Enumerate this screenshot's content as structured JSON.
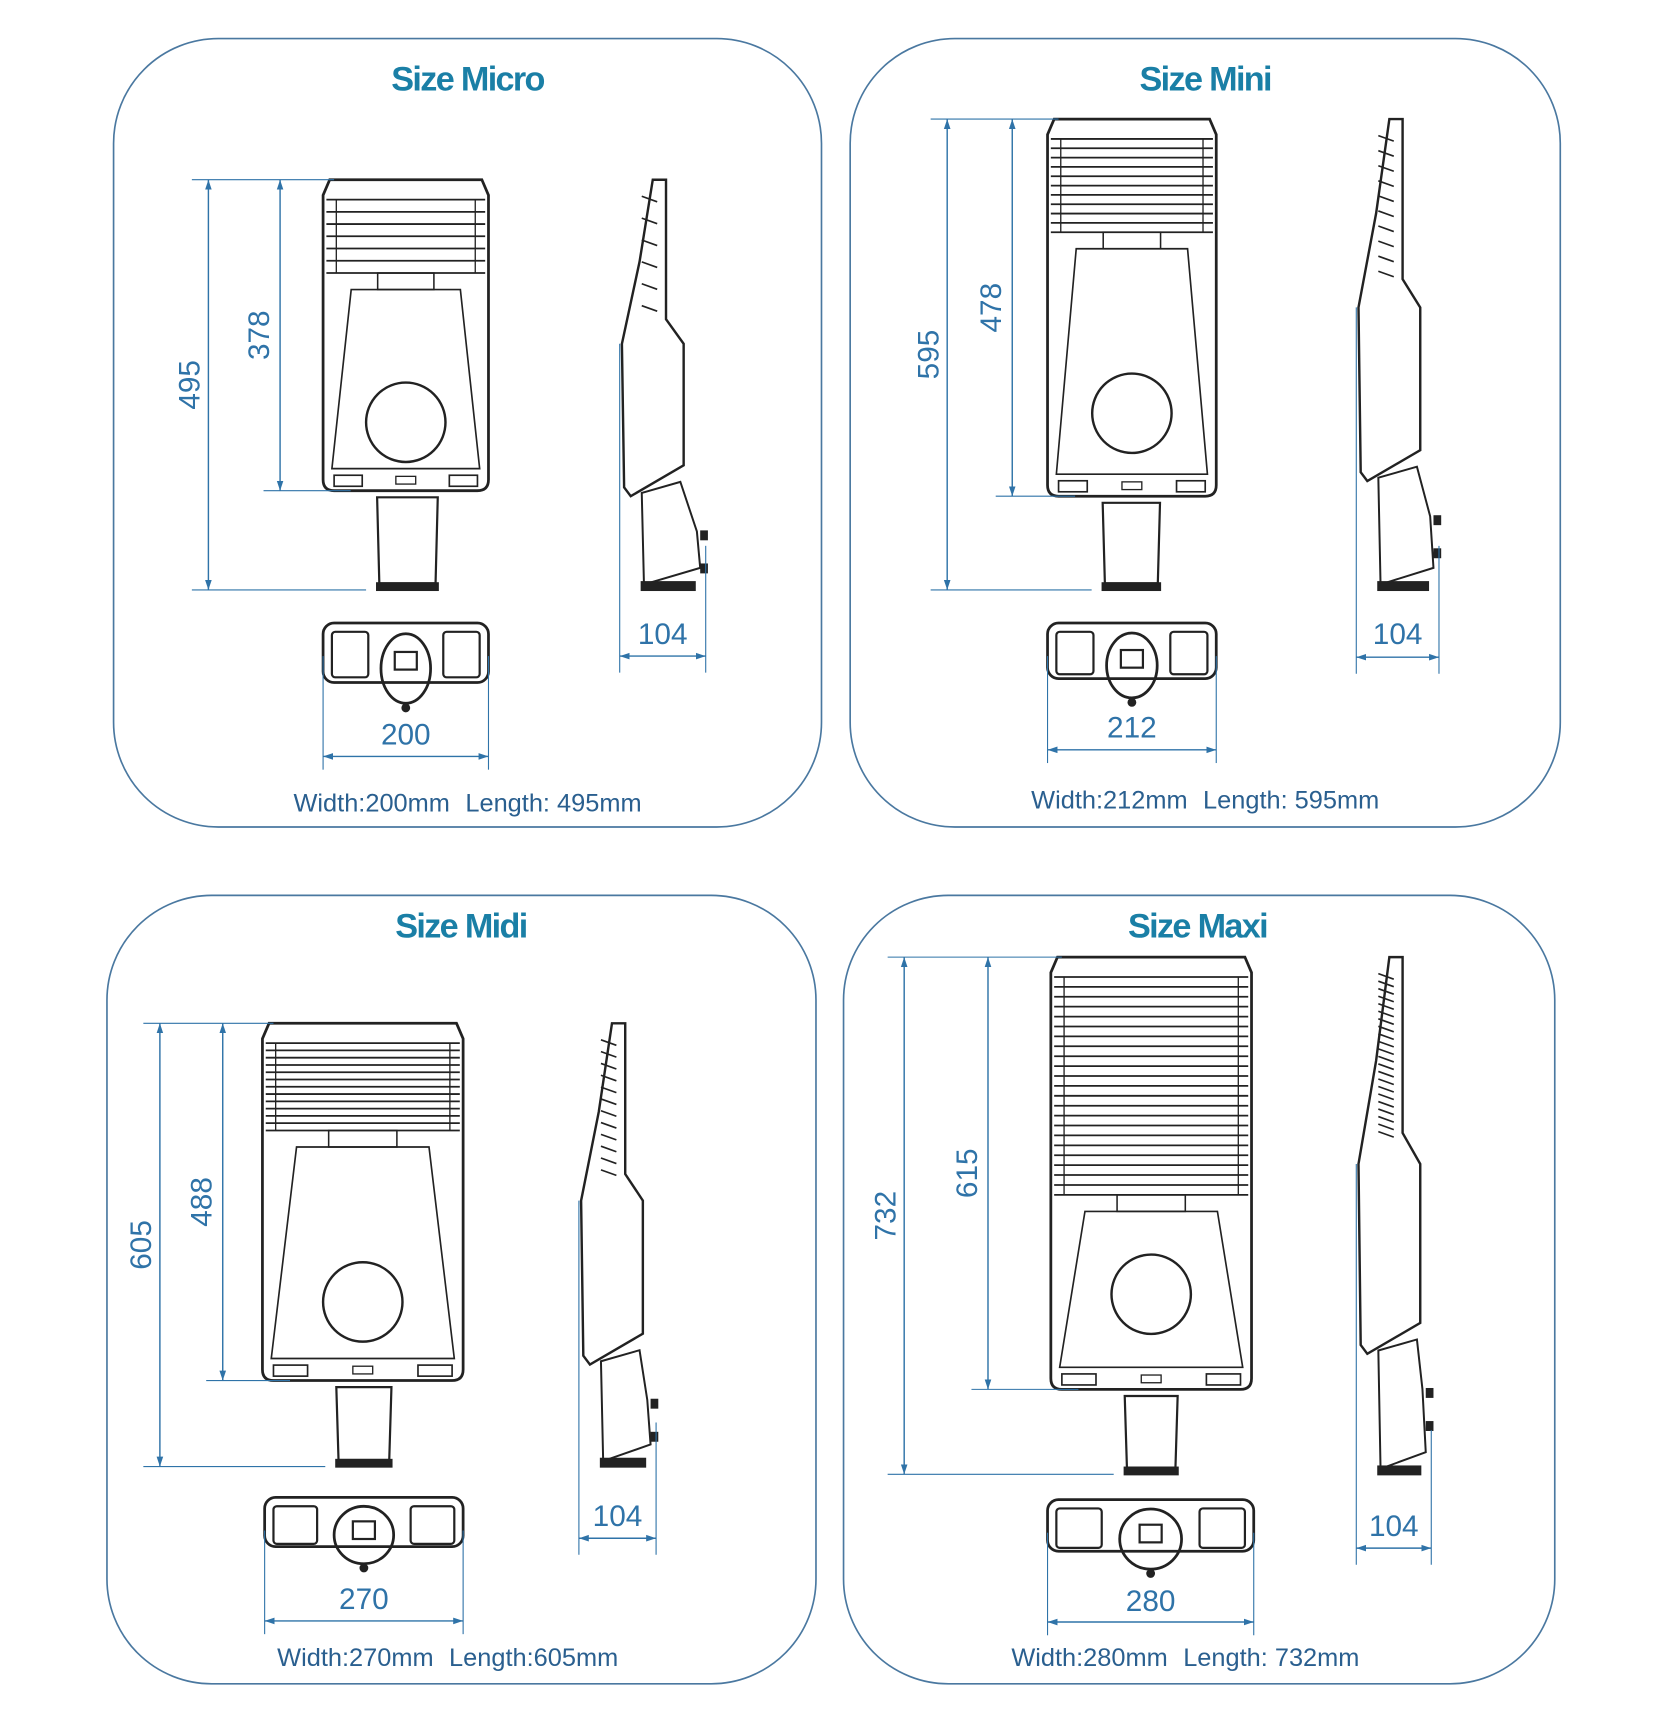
{
  "panels": [
    {
      "title": "Size Micro",
      "length_dim": "495",
      "body_dim": "378",
      "width_dim": "200",
      "depth_dim": "104",
      "footer_width": "Width:200mm",
      "footer_length": "Length: 495mm",
      "fins": 6
    },
    {
      "title": "Size Mini",
      "length_dim": "595",
      "body_dim": "478",
      "width_dim": "212",
      "depth_dim": "104",
      "footer_width": "Width:212mm",
      "footer_length": "Length: 595mm",
      "fins": 10
    },
    {
      "title": "Size Midi",
      "length_dim": "605",
      "body_dim": "488",
      "width_dim": "270",
      "depth_dim": "104",
      "footer_width": "Width:270mm",
      "footer_length": "Length:605mm",
      "fins": 12
    },
    {
      "title": "Size Maxi",
      "length_dim": "732",
      "body_dim": "615",
      "width_dim": "280",
      "depth_dim": "104",
      "footer_width": "Width:280mm",
      "footer_length": "Length: 732mm",
      "fins": 22
    }
  ],
  "colors": {
    "title": "#1a7fa6",
    "dimension": "#2f73a8",
    "frame": "#4a78a0",
    "drawing": "#222222"
  }
}
